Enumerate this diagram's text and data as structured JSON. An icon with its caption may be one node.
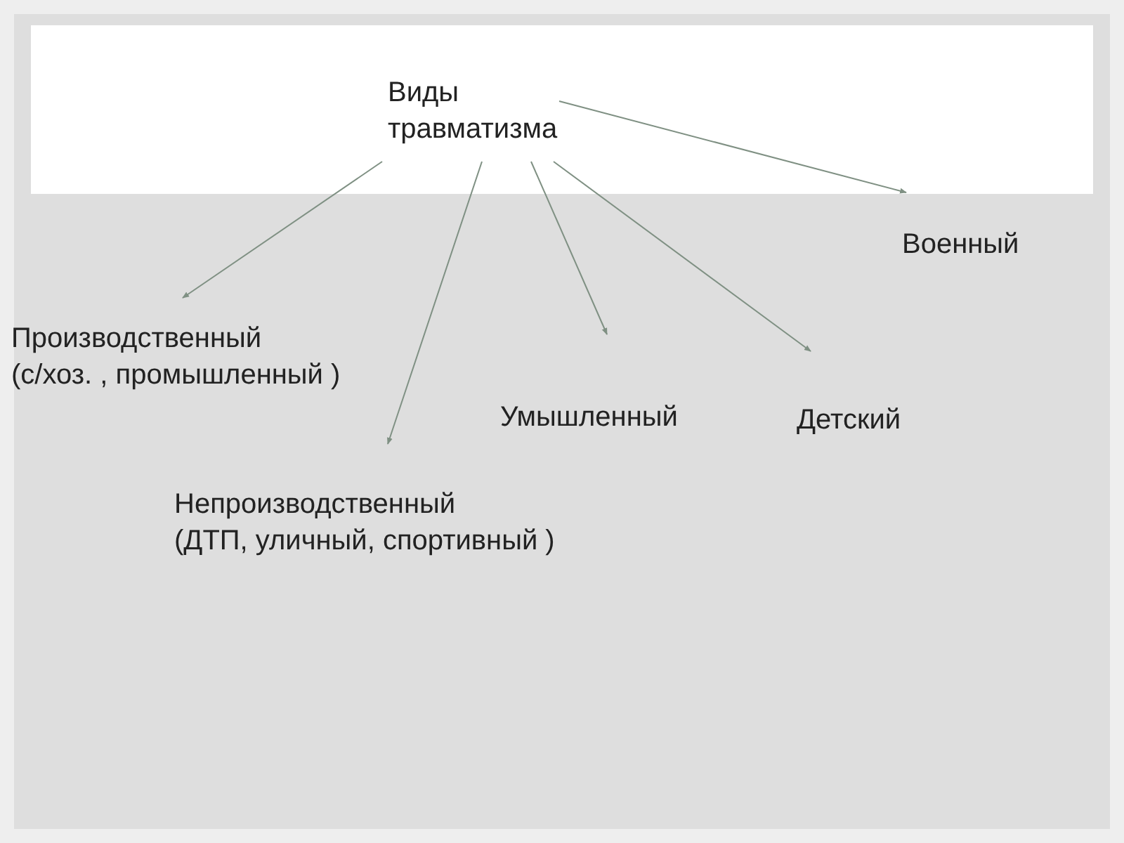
{
  "diagram": {
    "nodes": [
      {
        "text": [
          "Виды травматизма"
        ]
      },
      {
        "text": [
          "Военный"
        ]
      },
      {
        "text": [
          "Производственный (с/хоз. , промышленный )"
        ]
      },
      {
        "text": [
          "Умышленный"
        ]
      },
      {
        "text": [
          "Детский"
        ]
      },
      {
        "text": [
          "Непроизводственный (ДТП, уличный, спортивный )"
        ]
      }
    ],
    "edges": [
      {
        "from": 0,
        "to": 1,
        "arrow": "to"
      },
      {
        "from": 0,
        "to": 2,
        "arrow": "to"
      },
      {
        "from": 0,
        "to": 5,
        "arrow": "to"
      },
      {
        "from": 0,
        "to": 3,
        "arrow": "to"
      },
      {
        "from": 0,
        "to": 4,
        "arrow": "to"
      }
    ]
  }
}
